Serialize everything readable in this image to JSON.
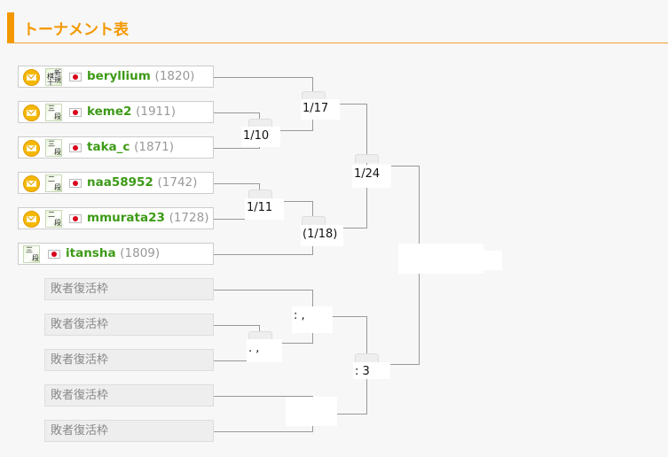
{
  "header": {
    "title": "トーナメント表",
    "accent_color": "#f39800"
  },
  "players": [
    {
      "name": "beryllium",
      "rating": "(1820)",
      "rank_chars": [
        "新",
        "規",
        "棋",
        "士"
      ],
      "mail": true
    },
    {
      "name": "keme2",
      "rating": "(1911)",
      "rank_chars": [
        "三",
        "段"
      ],
      "mail": true
    },
    {
      "name": "taka_c",
      "rating": "(1871)",
      "rank_chars": [
        "三",
        "段"
      ],
      "mail": true
    },
    {
      "name": "naa58952",
      "rating": "(1742)",
      "rank_chars": [
        "二",
        "段"
      ],
      "mail": true
    },
    {
      "name": "mmurata23",
      "rating": "(1728)",
      "rank_chars": [
        "二",
        "段"
      ],
      "mail": true
    },
    {
      "name": "itansha",
      "rating": "(1809)",
      "rank_chars": [
        "三",
        "段"
      ],
      "mail": false
    }
  ],
  "byes": [
    "敗者復活枠",
    "敗者復活枠",
    "敗者復活枠",
    "敗者復活枠",
    "敗者復活枠"
  ],
  "matches": {
    "m_1_17": "1/17",
    "m_1_10": "1/10",
    "m_1_24": "1/24",
    "m_1_11": "1/11",
    "m_1_18": "(1/18)",
    "m_lower_a": ": ,",
    "m_lower_b": ". ,",
    "m_lower_c": ":  3"
  },
  "icons": {
    "mail": "mail-icon",
    "rank": "rank-badge-icon",
    "flag": "japan-flag-icon"
  },
  "colors": {
    "player_name": "#3d9a17",
    "rating": "#999999",
    "bye_text": "#888888"
  }
}
